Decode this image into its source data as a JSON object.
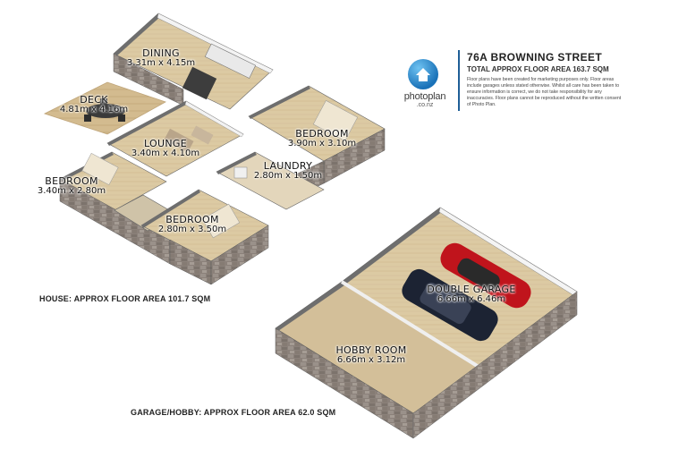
{
  "header": {
    "address": "76A BROWNING STREET",
    "total_area": "TOTAL APPROX FLOOR AREA 163.7 SQM",
    "disclaimer": "Floor plans have been created for marketing purposes only. Floor areas include garages unless stated otherwise. Whilst all care has been taken to ensure information is correct, we do not take responsibility for any inaccuracies. Floor plans cannot be reproduced without the written consent of Photo Plan."
  },
  "logo": {
    "name": "photoplan",
    "domain": ".co.nz",
    "icon": "house-icon"
  },
  "rooms": {
    "dining": {
      "name": "DINING",
      "dims": "3.31m x 4.15m"
    },
    "deck": {
      "name": "DECK",
      "dims": "4.81m x 4.16m"
    },
    "lounge": {
      "name": "LOUNGE",
      "dims": "3.40m x 4.10m"
    },
    "bedroom1": {
      "name": "BEDROOM",
      "dims": "3.90m x 3.10m"
    },
    "laundry": {
      "name": "LAUNDRY",
      "dims": "2.80m x 1.50m"
    },
    "bedroom2": {
      "name": "BEDROOM",
      "dims": "3.40m x 2.80m"
    },
    "bedroom3": {
      "name": "BEDROOM",
      "dims": "2.80m x 3.50m"
    },
    "garage": {
      "name": "DOUBLE GARAGE",
      "dims": "6.66m x 6.46m"
    },
    "hobby": {
      "name": "HOBBY ROOM",
      "dims": "6.66m x 3.12m"
    }
  },
  "areas": {
    "house": "HOUSE: APPROX FLOOR AREA 101.7 SQM",
    "garage_hobby": "GARAGE/HOBBY: APPROX FLOOR AREA 62.0 SQM"
  },
  "colors": {
    "stone": "#8a8079",
    "floor_wood": "#d9c8a2",
    "wall_white": "#f4f4f4",
    "car_red": "#c0141c",
    "car_navy": "#1c2333",
    "brand_blue": "#1f5f97"
  }
}
